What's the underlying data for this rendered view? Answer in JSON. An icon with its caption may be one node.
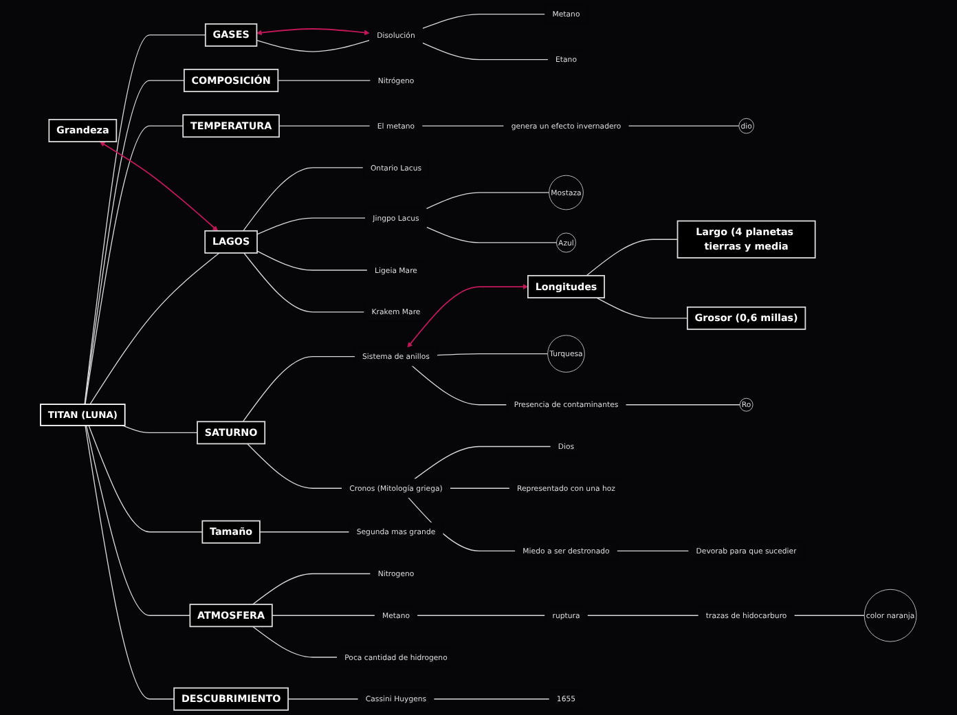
{
  "diagram": {
    "nodes": [
      {
        "text": [
          "TITAN (LUNA)"
        ]
      },
      {
        "text": [
          "GASES"
        ]
      },
      {
        "text": [
          "Disolución"
        ]
      },
      {
        "text": [
          "Metano"
        ]
      },
      {
        "text": [
          "Etano"
        ]
      },
      {
        "text": [
          "COMPOSICIÓN"
        ]
      },
      {
        "text": [
          "Nitrógeno"
        ]
      },
      {
        "text": [
          "TEMPERATURA"
        ]
      },
      {
        "text": [
          "El metano"
        ]
      },
      {
        "text": [
          "genera un efecto invernadero"
        ]
      },
      {
        "text": [
          "dio"
        ]
      },
      {
        "text": [
          "LAGOS"
        ]
      },
      {
        "text": [
          "Ontario Lacus"
        ]
      },
      {
        "text": [
          "Jingpo Lacus"
        ]
      },
      {
        "text": [
          "Mostaza"
        ]
      },
      {
        "text": [
          "Azul"
        ]
      },
      {
        "text": [
          "Ligeia Mare"
        ]
      },
      {
        "text": [
          "Krakem Mare"
        ]
      },
      {
        "text": [
          "Grandeza"
        ]
      },
      {
        "text": [
          "SATURNO"
        ]
      },
      {
        "text": [
          "Longitudes"
        ]
      },
      {
        "text": [
          "Largo (4 planetas tierras y media"
        ]
      },
      {
        "text": [
          "Grosor (0,6 millas)"
        ]
      },
      {
        "text": [
          "Sistema de anillos"
        ]
      },
      {
        "text": [
          "Turquesa"
        ]
      },
      {
        "text": [
          "Presencia de contaminantes"
        ]
      },
      {
        "text": [
          "Ro"
        ]
      },
      {
        "text": [
          "Cronos (Mitología griega)"
        ]
      },
      {
        "text": [
          "Dios"
        ]
      },
      {
        "text": [
          "Representado con una hoz"
        ]
      },
      {
        "text": [
          "Miedo a ser destronado"
        ]
      },
      {
        "text": [
          "Devorab para que sucedier"
        ]
      },
      {
        "text": [
          "Tamaño"
        ]
      },
      {
        "text": [
          "Segunda mas grande"
        ]
      },
      {
        "text": [
          "ATMOSFERA"
        ]
      },
      {
        "text": [
          "Nitrogeno"
        ]
      },
      {
        "text": [
          "Metano"
        ]
      },
      {
        "text": [
          "ruptura"
        ]
      },
      {
        "text": [
          "trazas de hidocarburo"
        ]
      },
      {
        "text": [
          "color naranja"
        ]
      },
      {
        "text": [
          "Poca cantidad de hidrogeno"
        ]
      },
      {
        "text": [
          "DESCUBRIMIENTO"
        ]
      },
      {
        "text": [
          "Cassini Huygens"
        ]
      },
      {
        "text": [
          "1655"
        ]
      }
    ],
    "edges": [
      {
        "from": 0,
        "to": 1,
        "arrow": "none"
      },
      {
        "from": 1,
        "to": 2,
        "arrow": "none"
      },
      {
        "from": 2,
        "to": 3,
        "arrow": "none"
      },
      {
        "from": 2,
        "to": 4,
        "arrow": "none"
      },
      {
        "from": 0,
        "to": 5,
        "arrow": "none"
      },
      {
        "from": 5,
        "to": 6,
        "arrow": "none"
      },
      {
        "from": 0,
        "to": 7,
        "arrow": "none"
      },
      {
        "from": 7,
        "to": 8,
        "arrow": "none"
      },
      {
        "from": 8,
        "to": 9,
        "arrow": "none"
      },
      {
        "from": 9,
        "to": 10,
        "arrow": "none"
      },
      {
        "from": 0,
        "to": 11,
        "arrow": "none"
      },
      {
        "from": 11,
        "to": 12,
        "arrow": "none"
      },
      {
        "from": 11,
        "to": 13,
        "arrow": "none"
      },
      {
        "from": 13,
        "to": 14,
        "arrow": "none"
      },
      {
        "from": 13,
        "to": 15,
        "arrow": "none"
      },
      {
        "from": 11,
        "to": 16,
        "arrow": "none"
      },
      {
        "from": 11,
        "to": 17,
        "arrow": "none"
      },
      {
        "from": 0,
        "to": 19,
        "arrow": "none"
      },
      {
        "from": 20,
        "to": 21,
        "arrow": "none"
      },
      {
        "from": 20,
        "to": 22,
        "arrow": "none"
      },
      {
        "from": 19,
        "to": 23,
        "arrow": "none"
      },
      {
        "from": 23,
        "to": 24,
        "arrow": "none"
      },
      {
        "from": 23,
        "to": 25,
        "arrow": "none"
      },
      {
        "from": 25,
        "to": 26,
        "arrow": "none"
      },
      {
        "from": 19,
        "to": 27,
        "arrow": "none"
      },
      {
        "from": 27,
        "to": 28,
        "arrow": "none"
      },
      {
        "from": 27,
        "to": 29,
        "arrow": "none"
      },
      {
        "from": 27,
        "to": 30,
        "arrow": "none"
      },
      {
        "from": 30,
        "to": 31,
        "arrow": "none"
      },
      {
        "from": 0,
        "to": 32,
        "arrow": "none"
      },
      {
        "from": 32,
        "to": 33,
        "arrow": "none"
      },
      {
        "from": 0,
        "to": 34,
        "arrow": "none"
      },
      {
        "from": 34,
        "to": 35,
        "arrow": "none"
      },
      {
        "from": 34,
        "to": 36,
        "arrow": "none"
      },
      {
        "from": 36,
        "to": 37,
        "arrow": "none"
      },
      {
        "from": 37,
        "to": 38,
        "arrow": "none"
      },
      {
        "from": 38,
        "to": 39,
        "arrow": "none"
      },
      {
        "from": 34,
        "to": 40,
        "arrow": "none"
      },
      {
        "from": 0,
        "to": 41,
        "arrow": "none"
      },
      {
        "from": 41,
        "to": 42,
        "arrow": "none"
      },
      {
        "from": 42,
        "to": 43,
        "arrow": "none"
      },
      {
        "from": 2,
        "to": 1,
        "arrow": "both",
        "color": "#c2185b"
      },
      {
        "from": 18,
        "to": 11,
        "arrow": "both",
        "color": "#c2185b"
      },
      {
        "from": 23,
        "to": 20,
        "arrow": "both",
        "color": "#c2185b"
      }
    ]
  }
}
